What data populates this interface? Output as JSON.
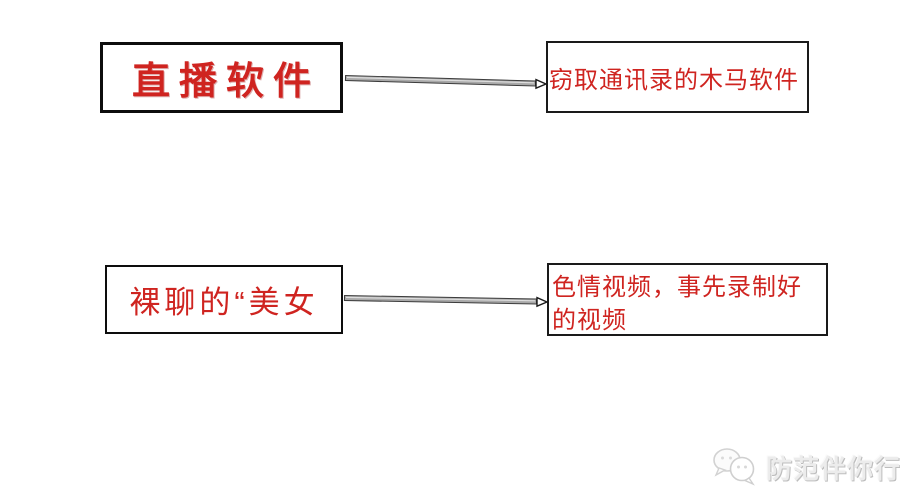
{
  "diagram": {
    "nodes": [
      {
        "id": "live-software",
        "label": "直播软件"
      },
      {
        "id": "trojan-software",
        "label": "窃取通讯录的木马软件"
      },
      {
        "id": "nude-chat-girl",
        "label": "裸聊的“美女"
      },
      {
        "id": "porn-video",
        "label": "色情视频，事先录制好的视频"
      }
    ],
    "edges": [
      {
        "from": "live-software",
        "to": "trojan-software"
      },
      {
        "from": "nude-chat-girl",
        "to": "porn-video"
      }
    ]
  },
  "watermark": {
    "text": "防范伴你行",
    "icon": "wechat-bubbles-icon"
  },
  "colors": {
    "node_text": "#cf2420",
    "node_border": "#0d0d0d",
    "arrow_shaft": "#a8a8a8",
    "arrow_outline": "#3c3c3c",
    "watermark_text": "#ececec",
    "background": "#ffffff"
  }
}
